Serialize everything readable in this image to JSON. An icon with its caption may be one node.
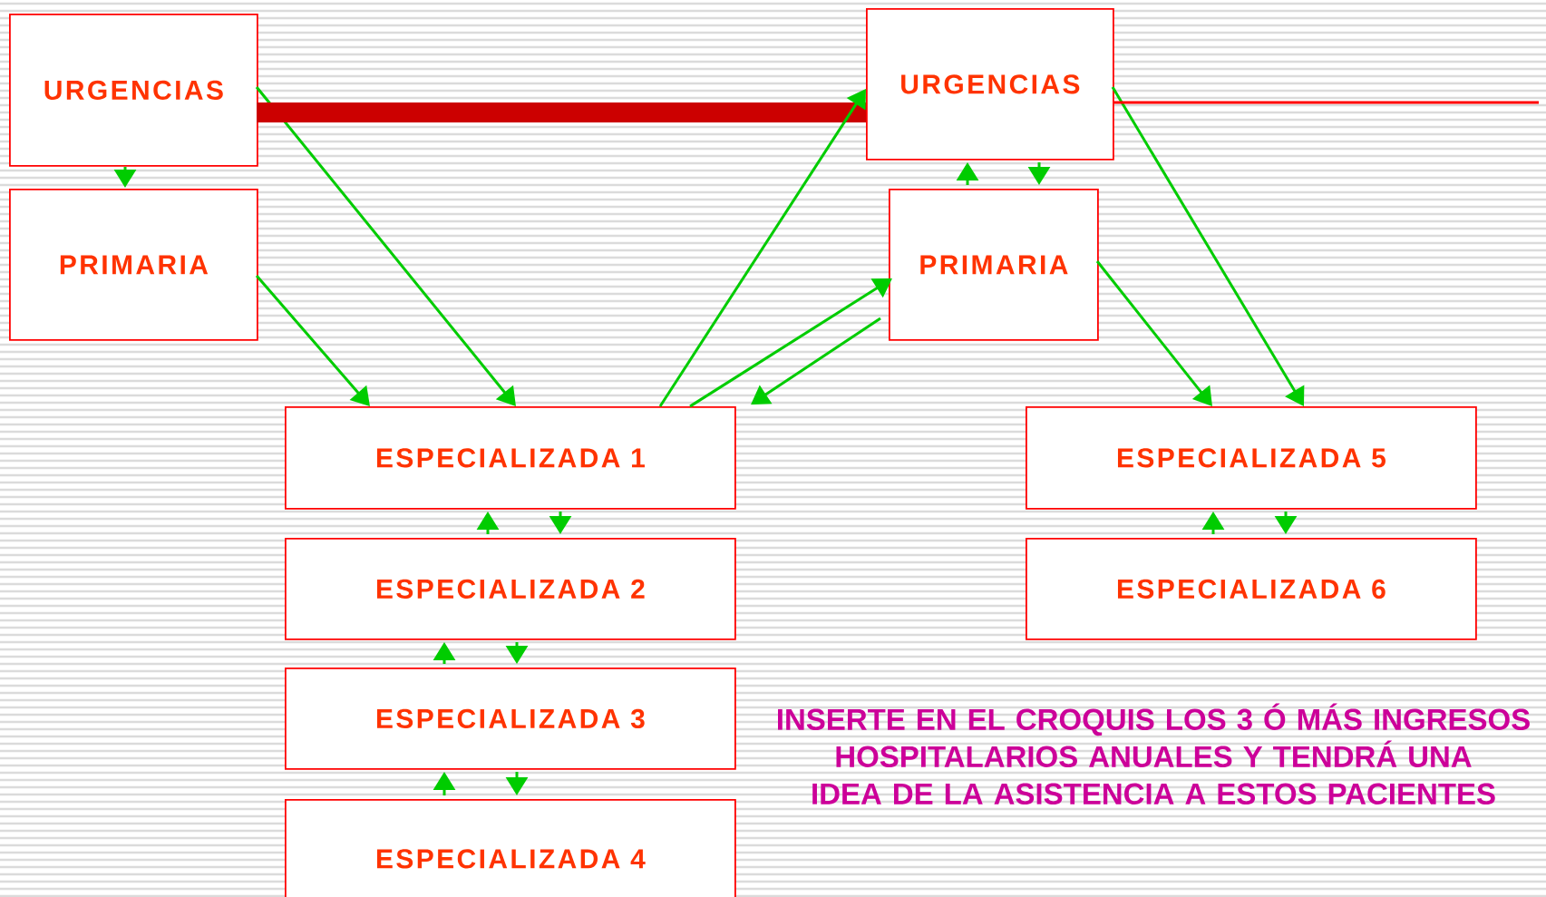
{
  "diagram": {
    "nodes": [
      {
        "text": [
          "URGENCIAS"
        ]
      },
      {
        "text": [
          "PRIMARIA"
        ]
      },
      {
        "text": [
          "URGENCIAS"
        ]
      },
      {
        "text": [
          "PRIMARIA"
        ]
      },
      {
        "text": [
          "ESPECIALIZADA 1"
        ]
      },
      {
        "text": [
          "ESPECIALIZADA 2"
        ]
      },
      {
        "text": [
          "ESPECIALIZADA 3"
        ]
      },
      {
        "text": [
          "ESPECIALIZADA 4"
        ]
      },
      {
        "text": [
          "ESPECIALIZADA 5"
        ]
      },
      {
        "text": [
          "ESPECIALIZADA 6"
        ]
      }
    ],
    "edges": [
      {
        "from": 0,
        "to": 1,
        "arrow": "to"
      },
      {
        "from": 0,
        "to": 4,
        "arrow": "to"
      },
      {
        "from": 1,
        "to": 4,
        "arrow": "to"
      },
      {
        "from": 0,
        "to": 2,
        "arrow": "none",
        "style": "thick",
        "color": "#cc0000"
      },
      {
        "from": 4,
        "to": 2,
        "arrow": "to"
      },
      {
        "from": 4,
        "to": 3,
        "arrow": "to"
      },
      {
        "from": 3,
        "to": 4,
        "arrow": "to"
      },
      {
        "from": 3,
        "to": 2,
        "arrow": "to"
      },
      {
        "from": 2,
        "to": 3,
        "arrow": "to"
      },
      {
        "from": 2,
        "to": 8,
        "arrow": "to"
      },
      {
        "from": 3,
        "to": 8,
        "arrow": "to"
      },
      {
        "from": 2,
        "to": null,
        "arrow": "none",
        "color": "#ff0000"
      },
      {
        "from": 5,
        "to": 4,
        "arrow": "to"
      },
      {
        "from": 4,
        "to": 5,
        "arrow": "to"
      },
      {
        "from": 6,
        "to": 5,
        "arrow": "to"
      },
      {
        "from": 5,
        "to": 6,
        "arrow": "to"
      },
      {
        "from": 7,
        "to": 6,
        "arrow": "to"
      },
      {
        "from": 6,
        "to": 7,
        "arrow": "to"
      },
      {
        "from": 9,
        "to": 8,
        "arrow": "to"
      },
      {
        "from": 8,
        "to": 9,
        "arrow": "to"
      }
    ],
    "labels": [
      "INSERTE EN EL CROQUIS LOS 3 Ó MÁS INGRESOS HOSPITALARIOS ANUALES Y TENDRÁ UNA IDEA DE LA ASISTENCIA A ESTOS PACIENTES"
    ]
  }
}
